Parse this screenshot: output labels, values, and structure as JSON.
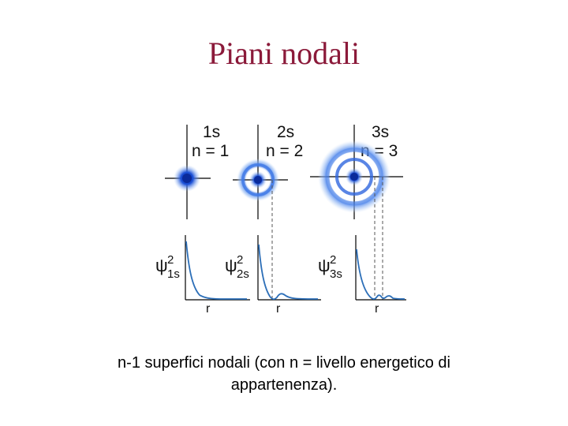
{
  "title": "Piani nodali",
  "caption": "n-1 superfici nodali (con n = livello energetico di appartenenza).",
  "orbitals": [
    {
      "name": "1s",
      "n_label": "n = 1",
      "psi_symbol": "ψ",
      "psi_sup": "2",
      "psi_sub": "1s",
      "r_label": "r"
    },
    {
      "name": "2s",
      "n_label": "n = 2",
      "psi_symbol": "ψ",
      "psi_sup": "2",
      "psi_sub": "2s",
      "r_label": "r"
    },
    {
      "name": "3s",
      "n_label": "n = 3",
      "psi_symbol": "ψ",
      "psi_sup": "2",
      "psi_sub": "3s",
      "r_label": "r"
    }
  ],
  "colors": {
    "title": "#8b1a3a",
    "orbital_blue": "#1a4fd6",
    "curve": "#2d6fb8",
    "axes": "#000000",
    "node_lines": "#555555"
  }
}
